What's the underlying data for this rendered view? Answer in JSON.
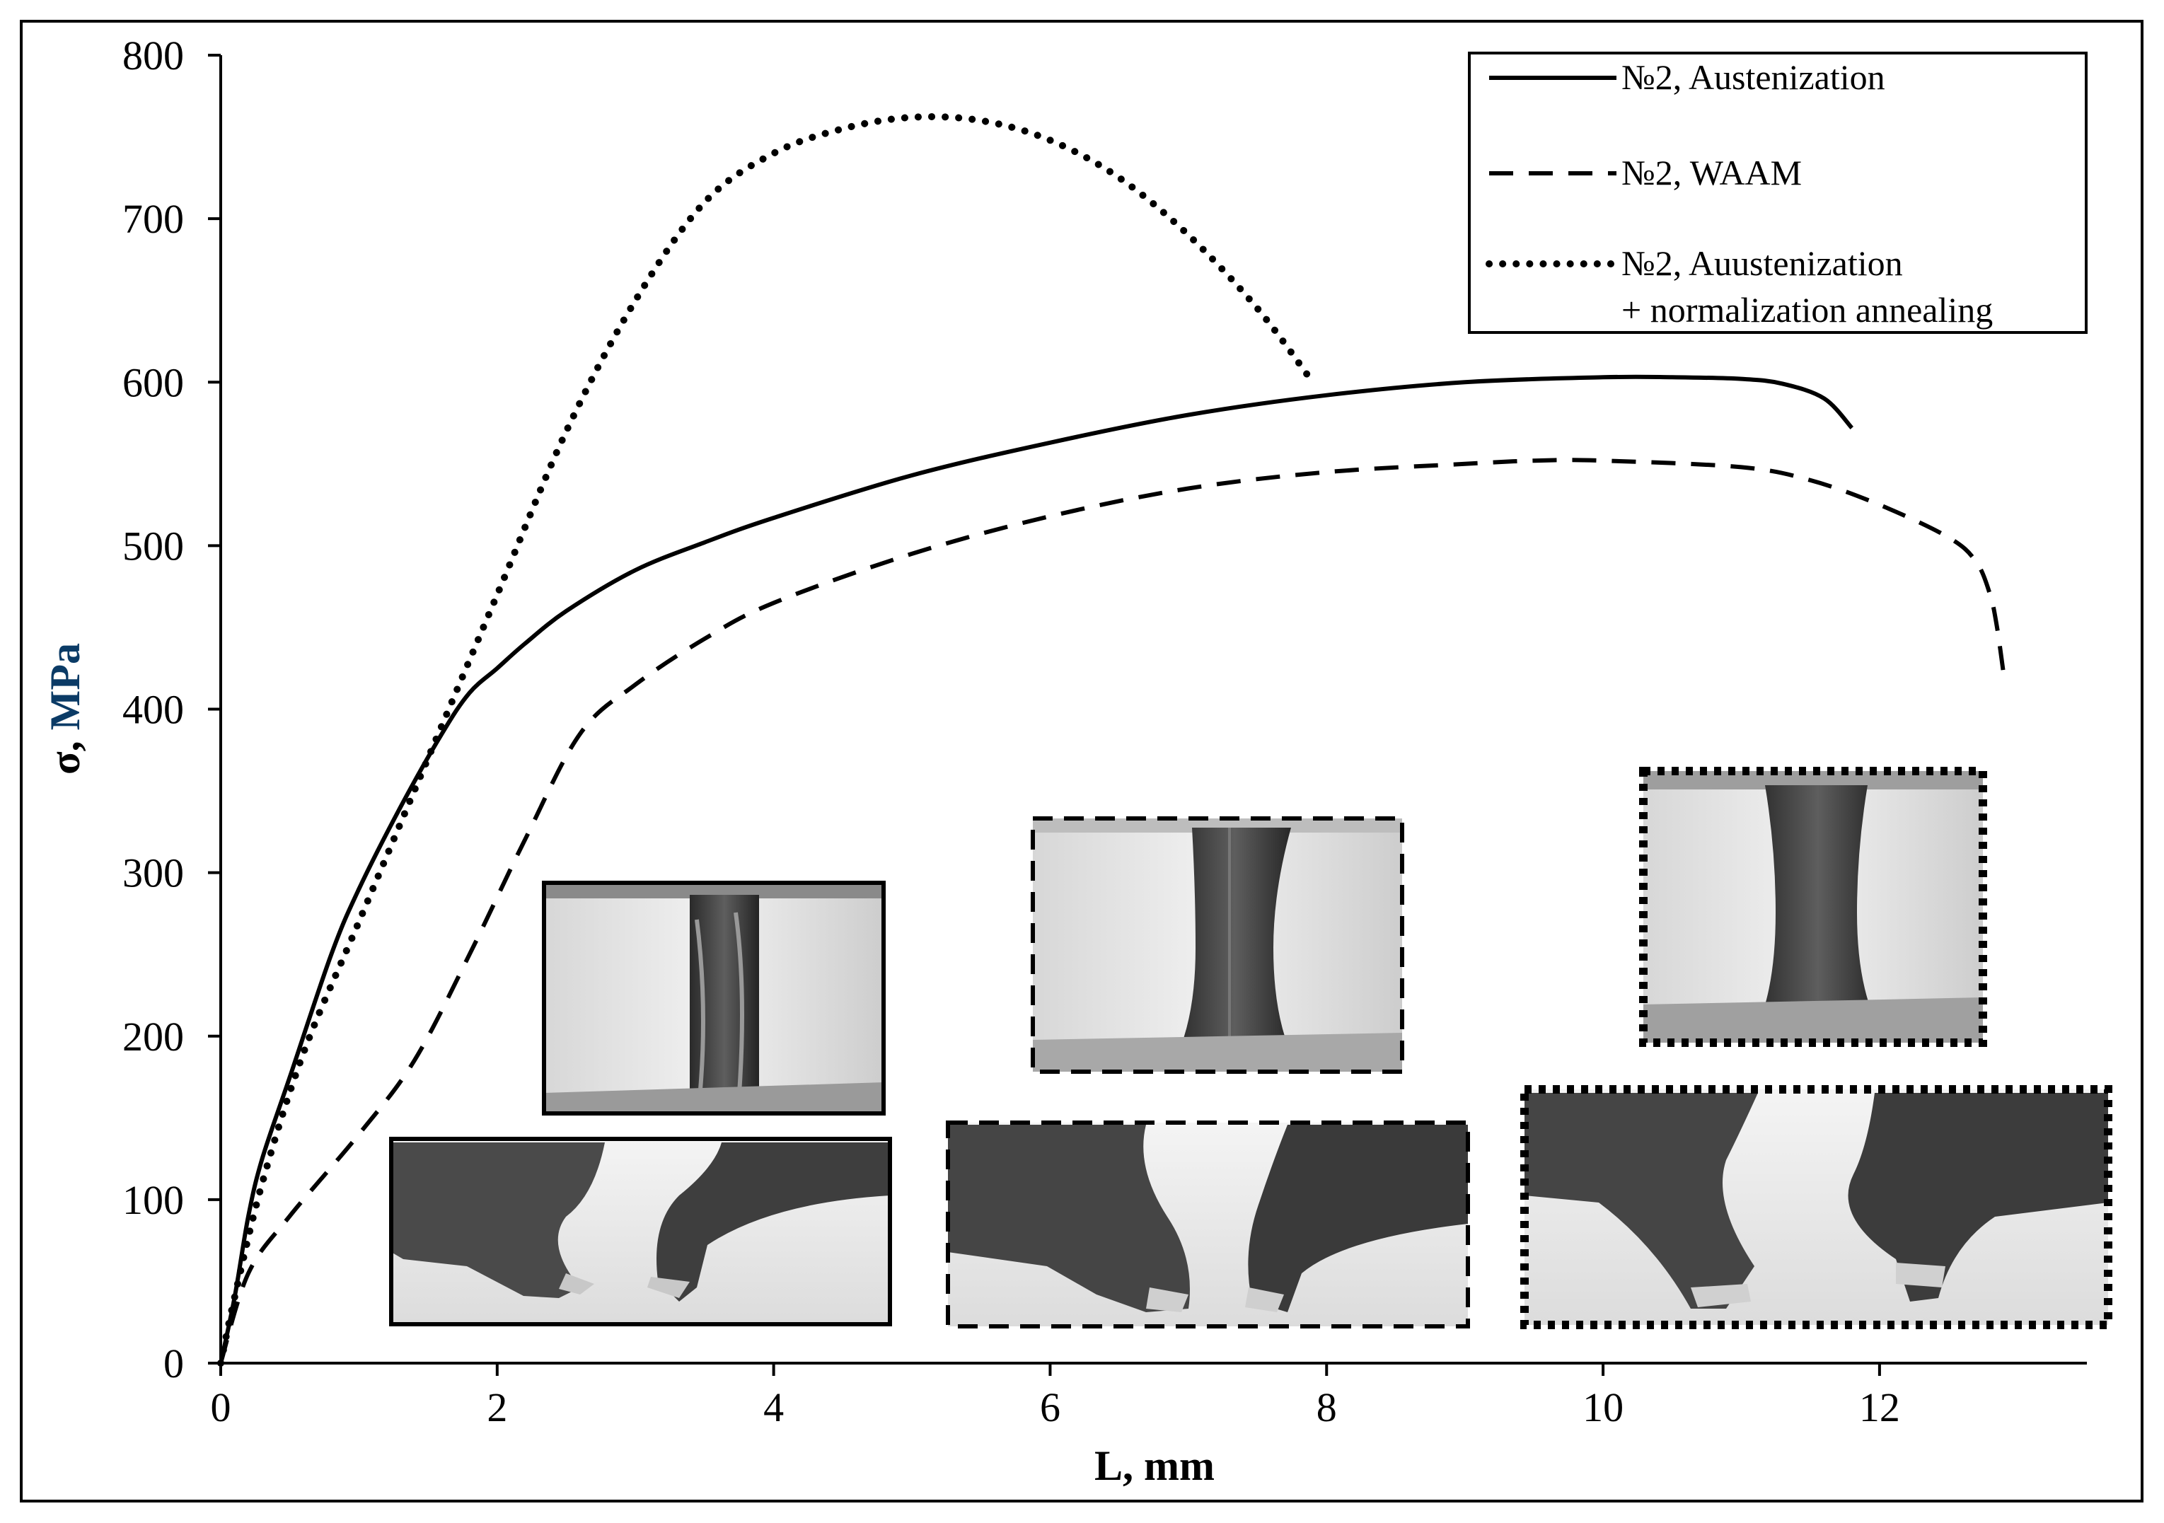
{
  "chart_data": {
    "type": "line",
    "xlabel": "L, mm",
    "ylabel_prefix": "σ, ",
    "ylabel_unit": "MPa",
    "xlim": [
      0,
      13.5
    ],
    "ylim": [
      0,
      800
    ],
    "xticks": [
      0,
      2,
      4,
      6,
      8,
      10,
      12
    ],
    "yticks": [
      0,
      100,
      200,
      300,
      400,
      500,
      600,
      700,
      800
    ],
    "grid": false,
    "legend_position": "top-right",
    "series": [
      {
        "name": "№2, Austenization",
        "style": "solid",
        "x": [
          0,
          0.1,
          0.2,
          0.3,
          0.5,
          0.8,
          1.0,
          1.3,
          1.6,
          1.8,
          2.0,
          2.2,
          2.5,
          3.0,
          3.5,
          4.0,
          5.0,
          6.0,
          7.0,
          8.0,
          9.0,
          10.0,
          10.5,
          11.0,
          11.3,
          11.6,
          11.8
        ],
        "y": [
          0,
          40,
          90,
          125,
          175,
          250,
          290,
          340,
          385,
          410,
          425,
          440,
          460,
          485,
          502,
          517,
          543,
          563,
          580,
          592,
          600,
          603,
          603,
          602,
          599,
          590,
          572
        ]
      },
      {
        "name": "№2, WAAM",
        "style": "dashed",
        "x": [
          0,
          0.2,
          0.5,
          1.0,
          1.4,
          1.8,
          2.2,
          2.6,
          3.0,
          3.5,
          4.0,
          5.0,
          6.0,
          7.0,
          8.0,
          9.0,
          9.5,
          10.0,
          11.0,
          11.5,
          12.0,
          12.5,
          12.7,
          12.8,
          12.85,
          12.9
        ],
        "y": [
          0,
          55,
          90,
          140,
          185,
          250,
          320,
          385,
          415,
          443,
          465,
          495,
          518,
          535,
          545,
          550,
          552,
          552,
          548,
          540,
          525,
          505,
          490,
          470,
          450,
          420
        ]
      },
      {
        "name": "№2, Auustenization",
        "name_line2": "+ normalization annealing",
        "style": "dotted",
        "x": [
          0,
          0.1,
          0.3,
          0.6,
          1.0,
          1.5,
          2.0,
          2.5,
          3.0,
          3.5,
          4.0,
          4.5,
          5.0,
          5.5,
          6.0,
          6.5,
          7.0,
          7.5,
          7.9
        ],
        "y": [
          0,
          40,
          110,
          190,
          270,
          370,
          470,
          570,
          650,
          710,
          740,
          755,
          762,
          760,
          748,
          725,
          690,
          645,
          600
        ]
      }
    ],
    "inset_photos": [
      {
        "group": "№2, Austenization",
        "border": "solid",
        "view": "side"
      },
      {
        "group": "№2, Austenization",
        "border": "solid",
        "view": "fracture"
      },
      {
        "group": "№2, WAAM",
        "border": "dashed",
        "view": "side"
      },
      {
        "group": "№2, WAAM",
        "border": "dashed",
        "view": "fracture"
      },
      {
        "group": "№2, Auustenization + normalization annealing",
        "border": "dotted",
        "view": "side"
      },
      {
        "group": "№2, Auustenization + normalization annealing",
        "border": "dotted",
        "view": "fracture"
      }
    ]
  }
}
